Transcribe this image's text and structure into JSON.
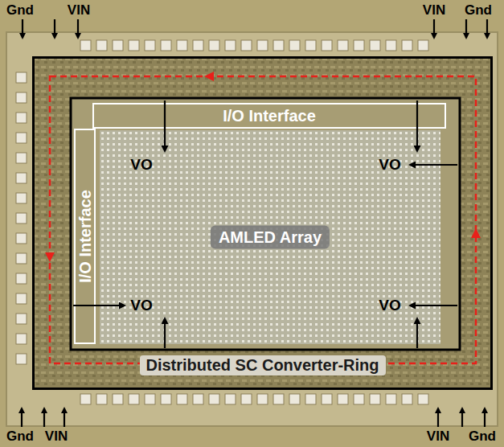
{
  "diagram": {
    "nodes": [
      {
        "text": [
          "Distributed SC Converter-Ring"
        ]
      },
      {
        "text": [
          "I/O Interface"
        ],
        "in": 0
      },
      {
        "text": [
          "I/O Interface"
        ],
        "in": 0
      },
      {
        "text": [
          "AMLED Array"
        ],
        "in": 0
      }
    ],
    "labels": [
      "Gnd",
      "VIN",
      "VIN",
      "Gnd",
      "Gnd",
      "VIN",
      "VIN",
      "Gnd",
      "VO",
      "VO",
      "VO",
      "VO"
    ]
  }
}
